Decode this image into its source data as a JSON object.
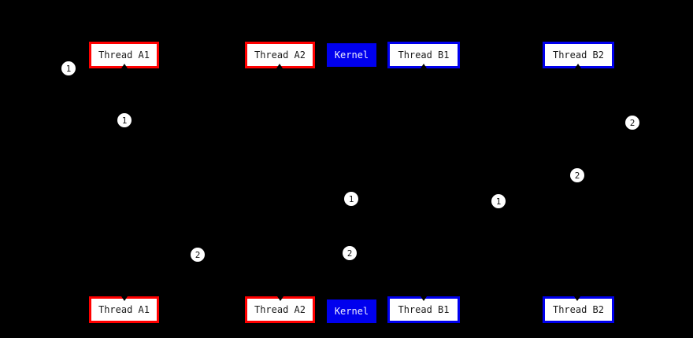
{
  "diagram": {
    "description": "Thread scheduling diagram on black background with top and bottom participant boxes and numbered step markers",
    "background": "#000000",
    "colors": {
      "thread_a_border": "#ff0000",
      "thread_b_border": "#0000ee",
      "kernel_background": "#0000ee",
      "box_fill": "#ffffff",
      "box_text": "#1a1a1a",
      "kernel_text": "#eeeeff",
      "marker_fill": "#ffffff",
      "marker_text": "#111111"
    },
    "participants": {
      "thread_a1": "Thread A1",
      "thread_a2": "Thread A2",
      "kernel": "Kernel",
      "thread_b1": "Thread B1",
      "thread_b2": "Thread B2"
    },
    "markers": [
      {
        "label": "1"
      },
      {
        "label": "1"
      },
      {
        "label": "2"
      },
      {
        "label": "2"
      },
      {
        "label": "1"
      },
      {
        "label": "1"
      },
      {
        "label": "2"
      },
      {
        "label": "2"
      }
    ]
  }
}
